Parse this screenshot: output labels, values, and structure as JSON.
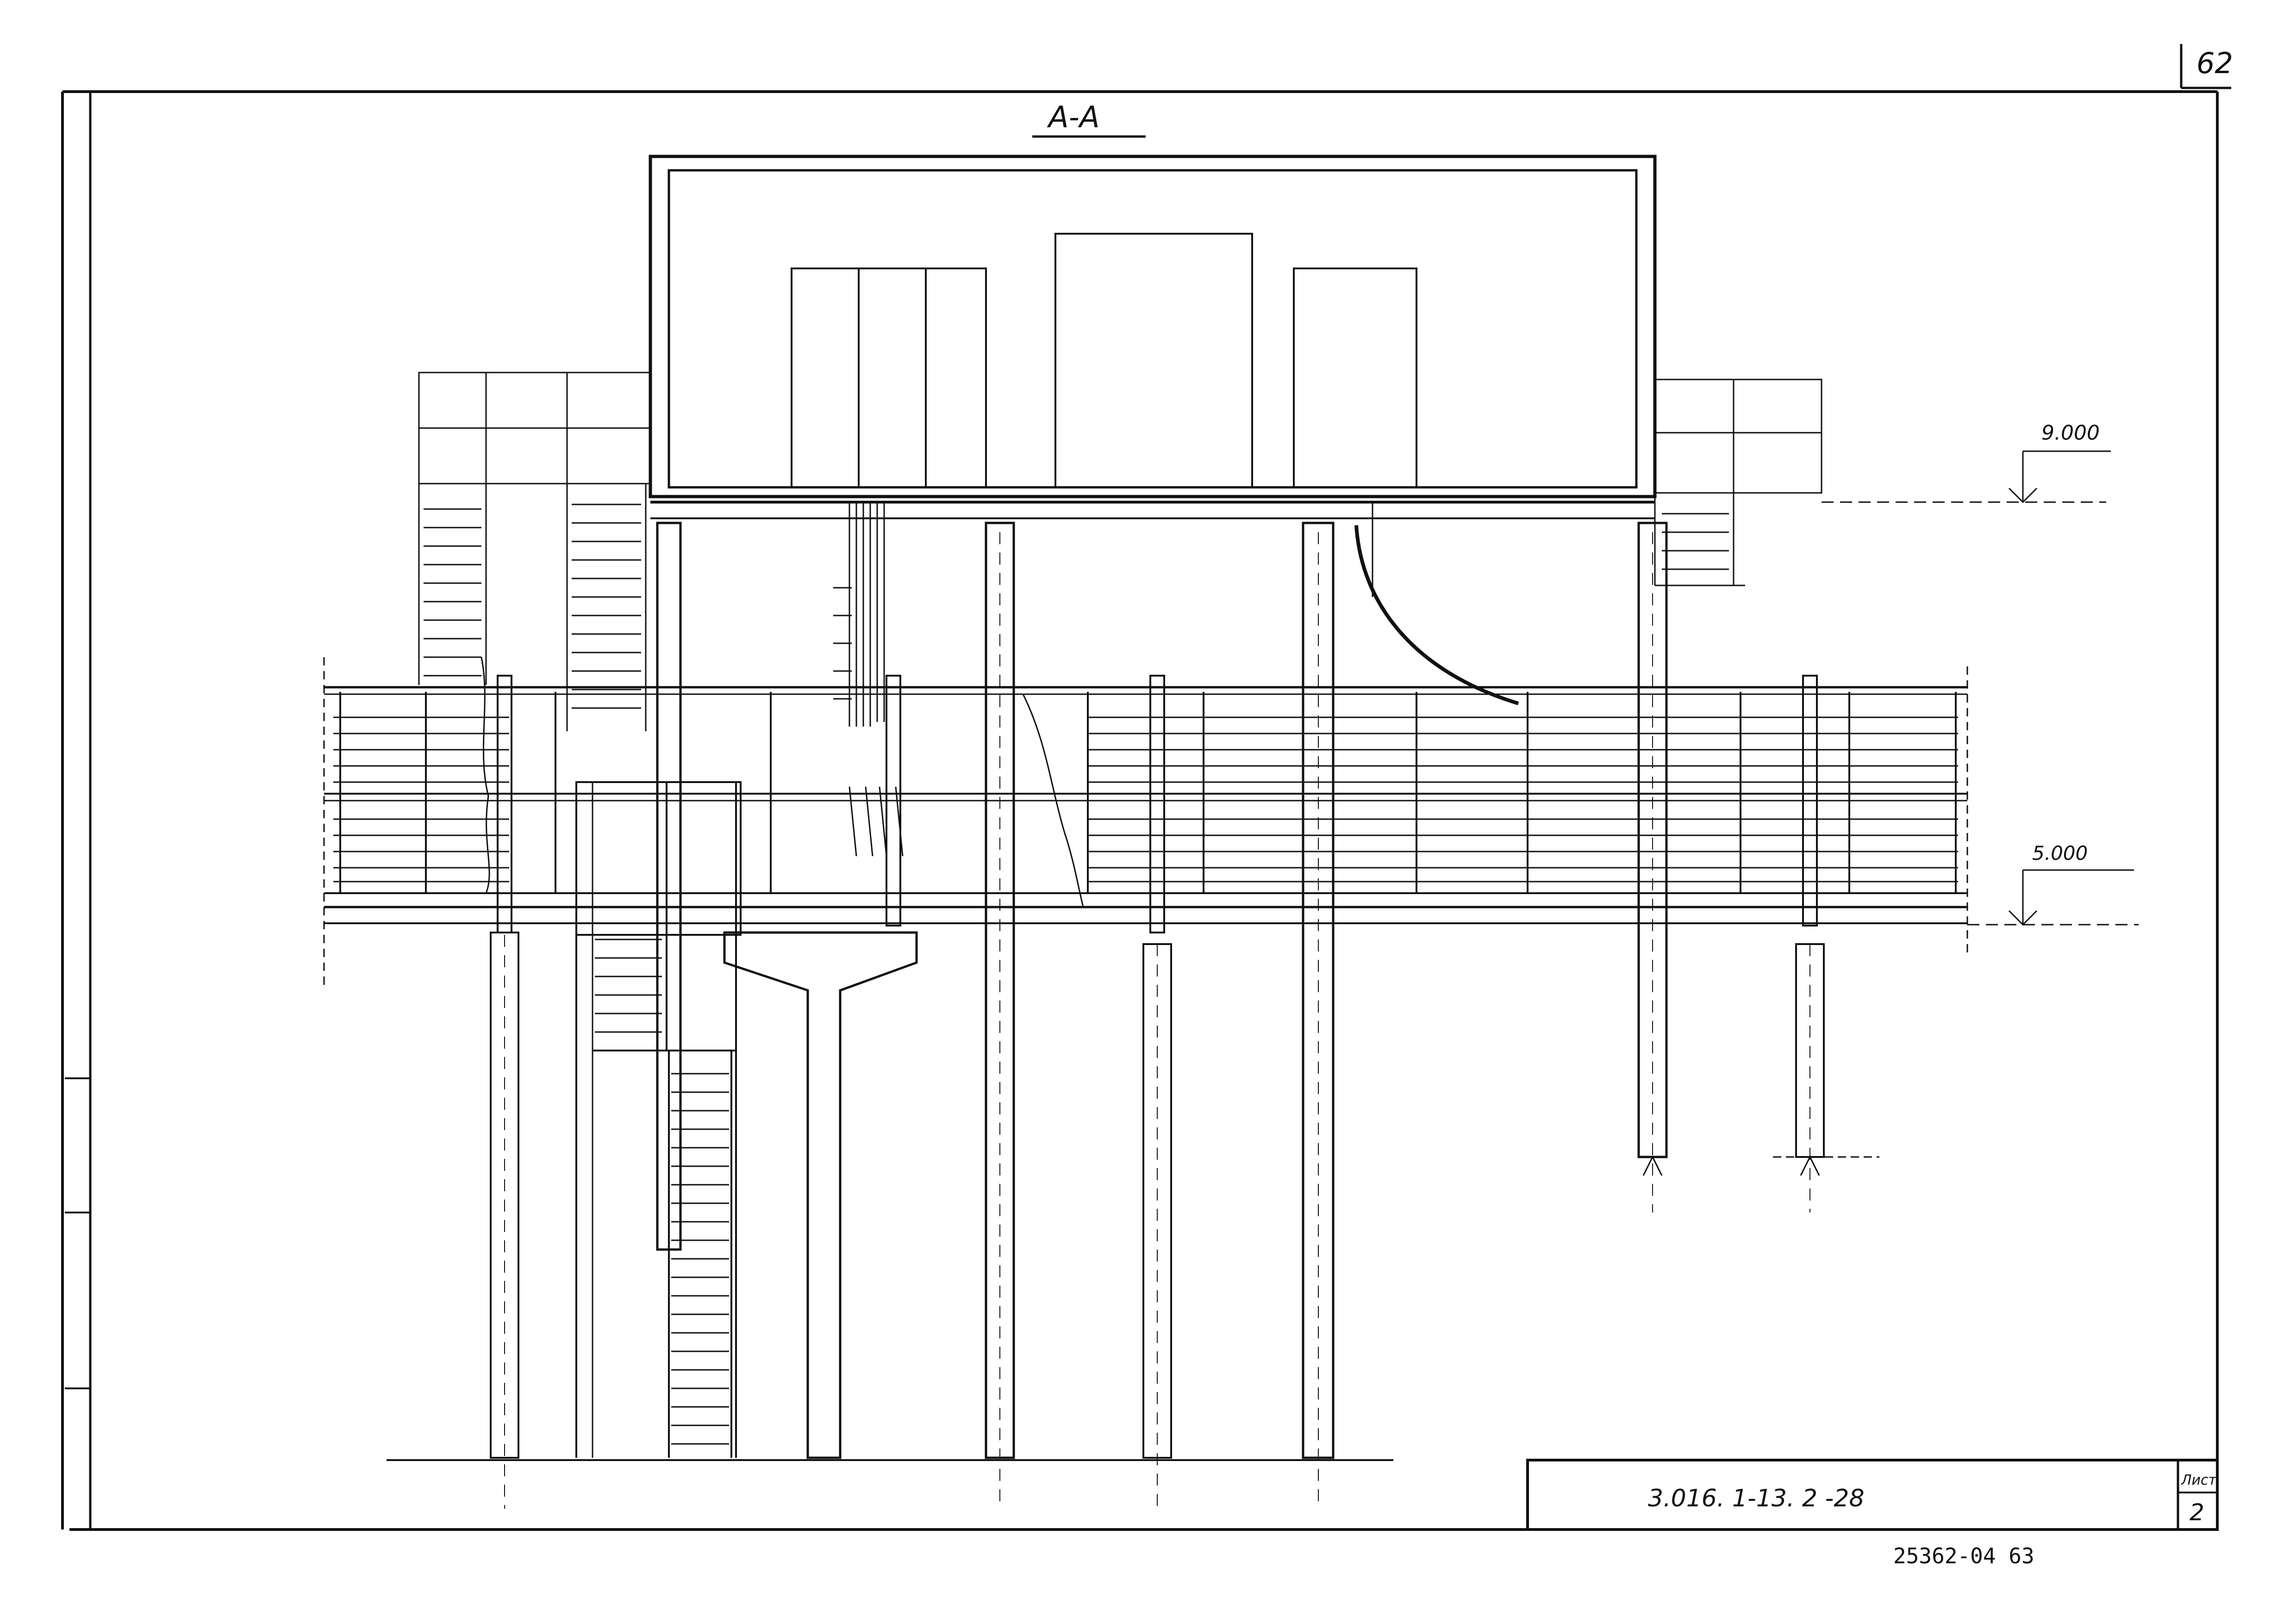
{
  "sheet": {
    "page_number": "62",
    "section_title": "А-А",
    "elevation_upper": "9.000",
    "elevation_lower": "5.000",
    "code": "3.016. 1-13.  2 -28",
    "sheet_label": "Лист",
    "sheet_number": "2",
    "archive_number": "25362-04  63"
  }
}
